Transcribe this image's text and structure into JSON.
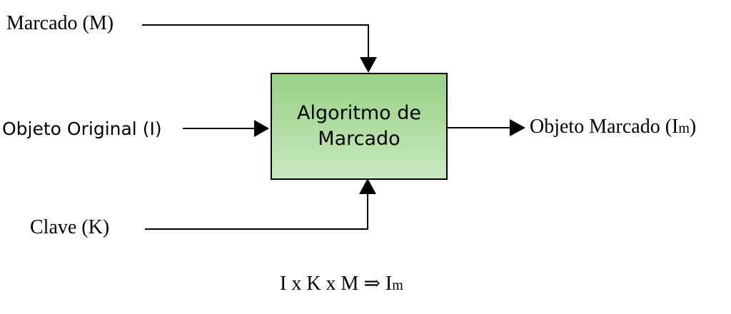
{
  "diagram": {
    "inputs": {
      "marcado": "Marcado (M)",
      "objeto_original": "Objeto Original (I)",
      "clave": "Clave (K)"
    },
    "process": {
      "line1": "Algoritmo de",
      "line2": "Marcado"
    },
    "output": {
      "text": "Objeto Marcado (I",
      "subscript": "m",
      "close": ")"
    },
    "formula": {
      "text": "I x K x M ⇒ I",
      "subscript": "m"
    }
  }
}
